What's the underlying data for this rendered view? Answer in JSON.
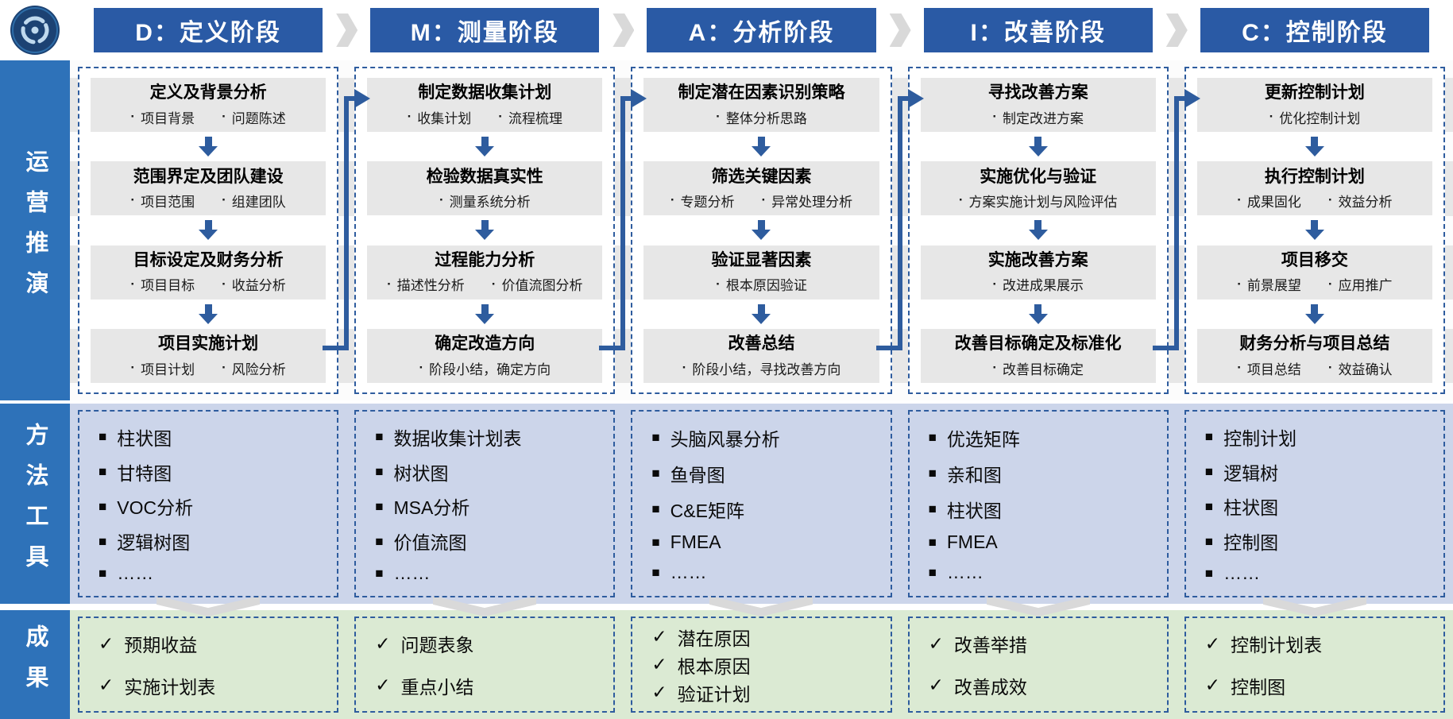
{
  "sidebar": {
    "sections": [
      "运营推演",
      "方法工具",
      "成果"
    ]
  },
  "markers": {
    "step_bullet": "·",
    "tool_bullet": "■",
    "result_check": "✓"
  },
  "colors": {
    "header_blue": "#2A5AA5",
    "sidebar_blue": "#2E72B9",
    "arrow_blue": "#2E5C9E",
    "step_bg": "#E7E7E7",
    "tools_bg": "#CCD5EA",
    "results_bg": "#DBEAD3",
    "chevron_gray": "#D9D9D9",
    "logo_navy": "#1C4273",
    "logo_ring": "#BFD9EE"
  },
  "phases": [
    {
      "header": "D：定义阶段",
      "steps": [
        {
          "title": "定义及背景分析",
          "bullets": [
            "项目背景",
            "问题陈述"
          ]
        },
        {
          "title": "范围界定及团队建设",
          "bullets": [
            "项目范围",
            "组建团队"
          ]
        },
        {
          "title": "目标设定及财务分析",
          "bullets": [
            "项目目标",
            "收益分析"
          ]
        },
        {
          "title": "项目实施计划",
          "bullets": [
            "项目计划",
            "风险分析"
          ]
        }
      ],
      "tools": [
        "柱状图",
        "甘特图",
        "VOC分析",
        "逻辑树图",
        "……"
      ],
      "results": [
        "预期收益",
        "实施计划表"
      ]
    },
    {
      "header": "M：测量阶段",
      "steps": [
        {
          "title": "制定数据收集计划",
          "bullets": [
            "收集计划",
            "流程梳理"
          ]
        },
        {
          "title": "检验数据真实性",
          "bullets": [
            "测量系统分析"
          ]
        },
        {
          "title": "过程能力分析",
          "bullets": [
            "描述性分析",
            "价值流图分析"
          ]
        },
        {
          "title": "确定改造方向",
          "bullets": [
            "阶段小结，确定方向"
          ]
        }
      ],
      "tools": [
        "数据收集计划表",
        "树状图",
        "MSA分析",
        "价值流图",
        "……"
      ],
      "results": [
        "问题表象",
        "重点小结"
      ]
    },
    {
      "header": "A：分析阶段",
      "steps": [
        {
          "title": "制定潜在因素识别策略",
          "bullets": [
            "整体分析思路"
          ]
        },
        {
          "title": "筛选关键因素",
          "bullets": [
            "专题分析",
            "异常处理分析"
          ]
        },
        {
          "title": "验证显著因素",
          "bullets": [
            "根本原因验证"
          ]
        },
        {
          "title": "改善总结",
          "bullets": [
            "阶段小结，寻找改善方向"
          ]
        }
      ],
      "tools": [
        "头脑风暴分析",
        "鱼骨图",
        "C&E矩阵",
        "FMEA",
        "……"
      ],
      "results": [
        "潜在原因",
        "根本原因",
        "验证计划"
      ]
    },
    {
      "header": "I：改善阶段",
      "steps": [
        {
          "title": "寻找改善方案",
          "bullets": [
            "制定改进方案"
          ]
        },
        {
          "title": "实施优化与验证",
          "bullets": [
            "方案实施计划与风险评估"
          ]
        },
        {
          "title": "实施改善方案",
          "bullets": [
            "改进成果展示"
          ]
        },
        {
          "title": "改善目标确定及标准化",
          "bullets": [
            "改善目标确定"
          ]
        }
      ],
      "tools": [
        "优选矩阵",
        "亲和图",
        "柱状图",
        "FMEA",
        "……"
      ],
      "results": [
        "改善举措",
        "改善成效"
      ]
    },
    {
      "header": "C：控制阶段",
      "steps": [
        {
          "title": "更新控制计划",
          "bullets": [
            "优化控制计划"
          ]
        },
        {
          "title": "执行控制计划",
          "bullets": [
            "成果固化",
            "效益分析"
          ]
        },
        {
          "title": "项目移交",
          "bullets": [
            "前景展望",
            "应用推广"
          ]
        },
        {
          "title": "财务分析与项目总结",
          "bullets": [
            "项目总结",
            "效益确认"
          ]
        }
      ],
      "tools": [
        "控制计划",
        "逻辑树",
        "柱状图",
        "控制图",
        "……"
      ],
      "results": [
        "控制计划表",
        "控制图"
      ]
    }
  ]
}
